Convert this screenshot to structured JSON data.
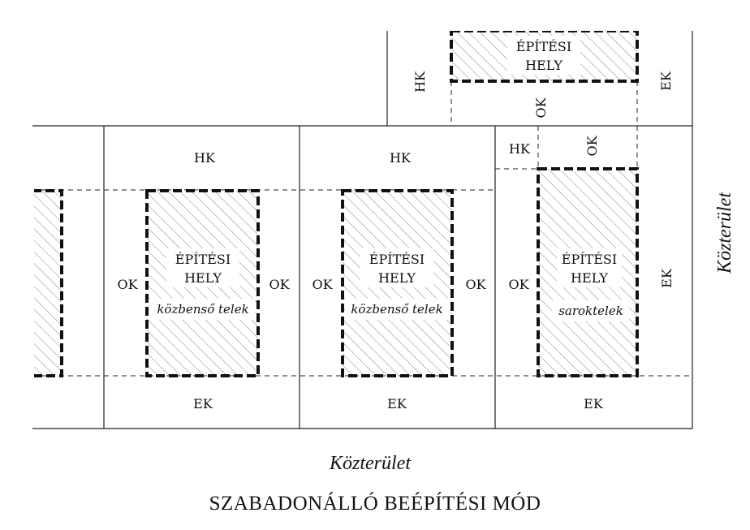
{
  "title": "SZABADONÁLLÓ BEÉPÍTÉSI MÓD",
  "streets": {
    "bottom": "Közterület",
    "right": "Közterület"
  },
  "building_place": {
    "line1": "ÉPÍTÉSI",
    "line2": "HELY"
  },
  "plots": [
    {
      "id": "plot1",
      "type": "közbenső telek",
      "front": "HK",
      "rear": "EK",
      "side_left": "OK",
      "side_right": "OK"
    },
    {
      "id": "plot2",
      "type": "közbenső telek",
      "front": "HK",
      "rear": "EK",
      "side_left": "OK",
      "side_right": "OK"
    },
    {
      "id": "plot3",
      "type": "saroktelek",
      "front": "HK",
      "front_side": "OK",
      "rear": "EK",
      "side_left": "OK",
      "side_right": "EK"
    }
  ],
  "top_plot": {
    "front": "HK",
    "side": "OK",
    "rear": "EK"
  },
  "colors": {
    "ink": "#111111",
    "background": "#ffffff"
  }
}
